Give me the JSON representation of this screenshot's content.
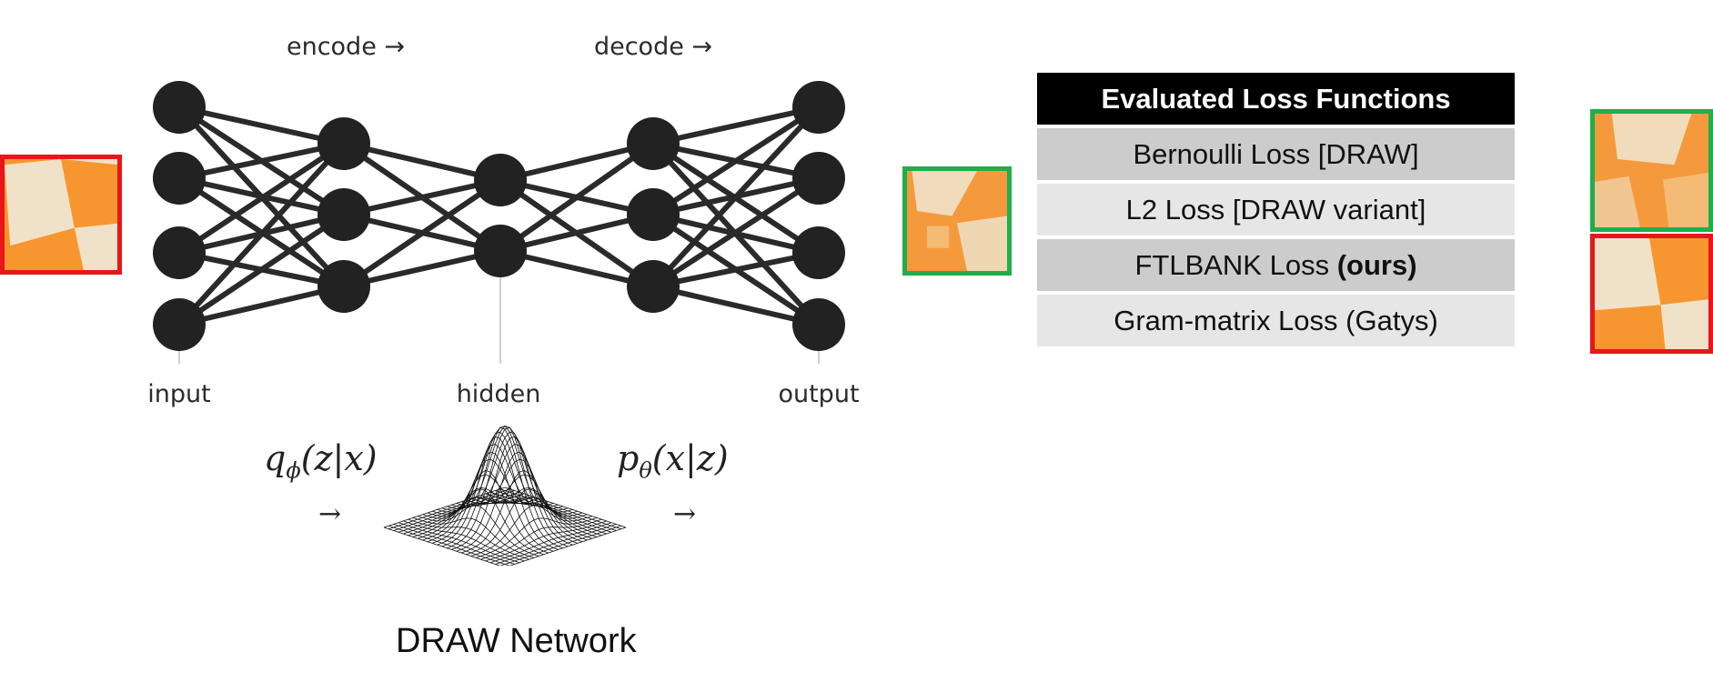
{
  "network": {
    "encode_label": "encode →",
    "decode_label": "decode →",
    "input_label": "input",
    "hidden_label": "hidden",
    "output_label": "output",
    "q_formula_main": "q",
    "q_formula_sub": "ϕ",
    "q_formula_args": "(z|x)",
    "p_formula_main": "p",
    "p_formula_sub": "θ",
    "p_formula_args": "(x|z)",
    "arrow_symbol": "→",
    "caption": "DRAW Network"
  },
  "loss_table": {
    "header": "Evaluated Loss Functions",
    "rows": [
      {
        "text": "Bernoulli Loss [DRAW]",
        "bold_suffix": ""
      },
      {
        "text": "L2 Loss [DRAW variant]",
        "bold_suffix": ""
      },
      {
        "text": "FTLBANK Loss ",
        "bold_suffix": "(ours)"
      },
      {
        "text": "Gram-matrix Loss (Gatys)",
        "bold_suffix": ""
      }
    ]
  },
  "colors": {
    "node": "#222222",
    "edge": "#2a2a2a",
    "red_frame": "#e8151b",
    "green_frame": "#1fae4b",
    "orange": "#f7962e",
    "cream": "#efe2c8",
    "header_bg": "#000000",
    "row_dark": "#cccccc",
    "row_light": "#e6e6e6"
  }
}
